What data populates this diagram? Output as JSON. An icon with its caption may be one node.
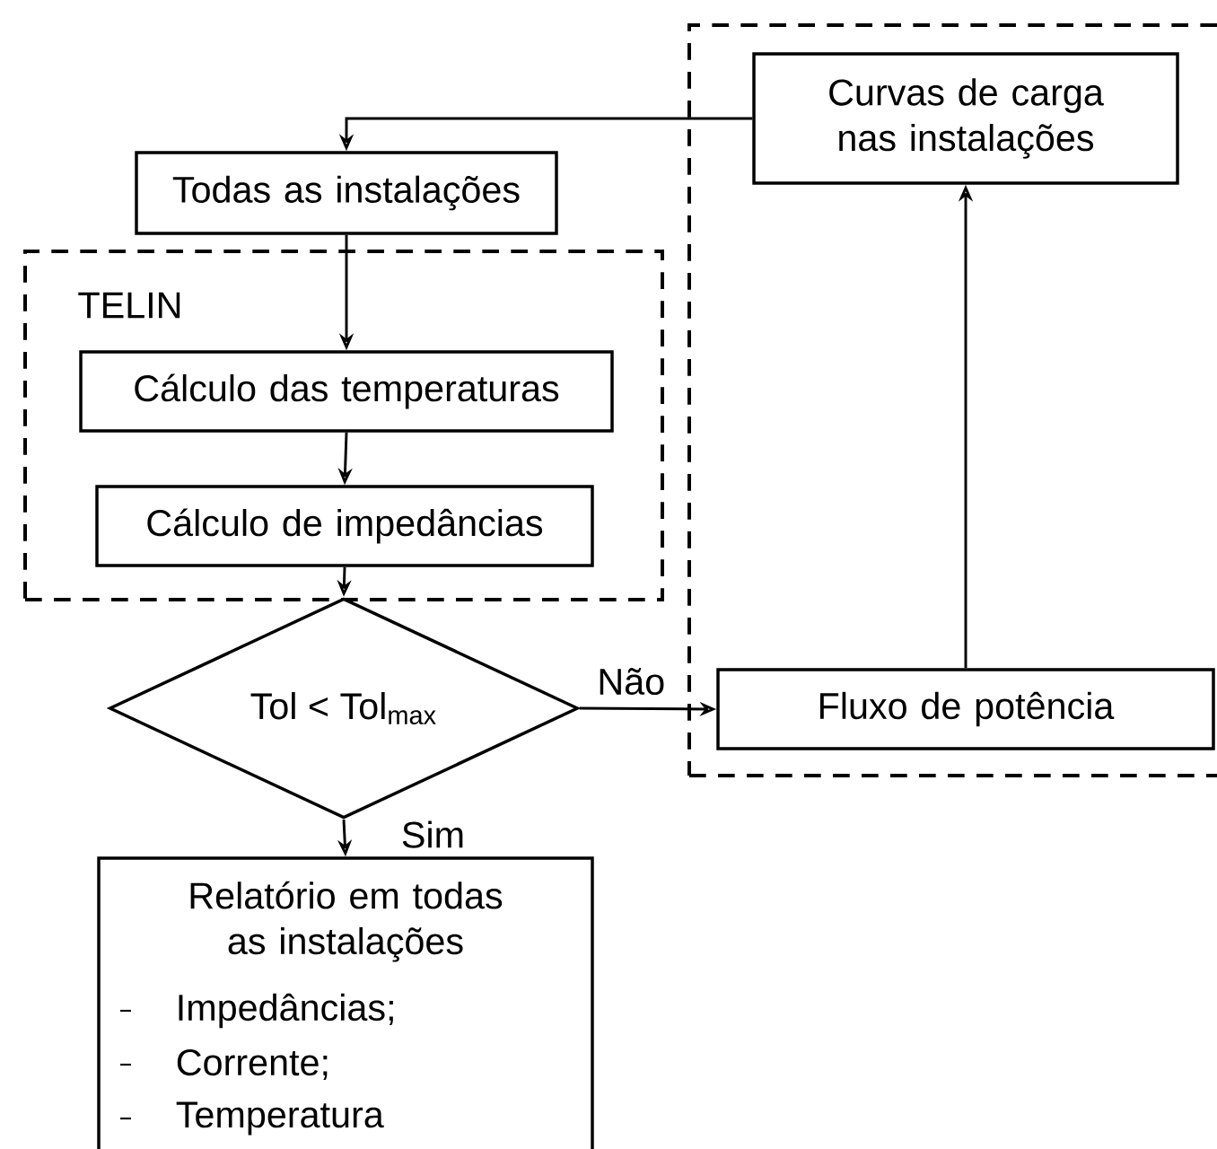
{
  "diagram": {
    "nodes": [
      {
        "text": [],
        "shape": "box"
      },
      {
        "text": [
          "Curvas de carga nas instalações"
        ],
        "in": 0
      },
      {
        "text": [
          "TELIN"
        ]
      },
      {
        "text": [
          "Todas as instalações"
        ]
      },
      {
        "text": [
          "Cálculo das temperaturas"
        ],
        "in": 2
      },
      {
        "text": [
          "Cálculo de impedâncias"
        ],
        "in": 2
      },
      {
        "text": [
          "Tol < Tol$_{max}$"
        ]
      },
      {
        "text": [
          "Fluxo de potência"
        ],
        "in": 0
      },
      {
        "text": [
          "Relatório em todas as instalações",
          "Impedâncias;",
          "Corrente;",
          "Temperatura"
        ]
      }
    ],
    "edges": [
      {
        "from": 1,
        "to": 3,
        "arrow": "to"
      },
      {
        "from": 3,
        "to": 4,
        "arrow": "to"
      },
      {
        "from": 4,
        "to": 5,
        "arrow": "to"
      },
      {
        "from": 5,
        "to": 6,
        "arrow": "to"
      },
      {
        "from": 6,
        "to": 7,
        "arrow": "to",
        "label": "Não"
      },
      {
        "from": 6,
        "to": 8,
        "arrow": "to",
        "label": "Sim"
      },
      {
        "from": 7,
        "to": 1,
        "arrow": "to"
      }
    ]
  }
}
